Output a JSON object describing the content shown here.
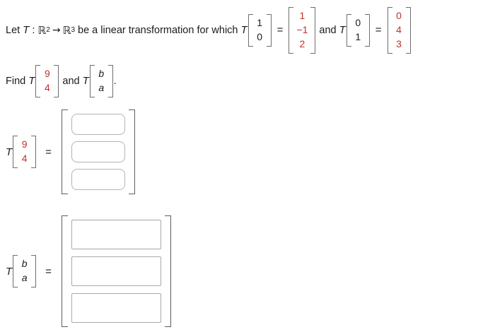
{
  "problem": {
    "statement": {
      "lead": "Let",
      "transform_symbol": "T",
      "colon": ":",
      "domain_base": "ℝ",
      "domain_exp": "2",
      "arrow": "→",
      "codomain_base": "ℝ",
      "codomain_exp": "3",
      "middle": "be a linear transformation for which",
      "conj": "and"
    },
    "given": [
      {
        "operator": "T",
        "input": {
          "values": [
            "1",
            "0"
          ],
          "color": "#1b1b1b",
          "style": "upright"
        },
        "equals": "=",
        "output": {
          "values": [
            "1",
            "−1",
            "2"
          ],
          "color": "#c0322b",
          "style": "upright"
        }
      },
      {
        "operator": "T",
        "input": {
          "values": [
            "0",
            "1"
          ],
          "color": "#1b1b1b",
          "style": "upright"
        },
        "equals": "=",
        "output": {
          "values": [
            "0",
            "4",
            "3"
          ],
          "color": "#c0322b",
          "style": "upright"
        }
      }
    ],
    "task": {
      "lead": "Find",
      "operator": "T",
      "first_vector": {
        "values": [
          "9",
          "4"
        ],
        "color": "#c0322b",
        "style": "upright"
      },
      "conj": "and",
      "second_vector": {
        "values": [
          "b",
          "a"
        ],
        "color": "#1b1b1b",
        "style": "italic"
      },
      "period": "."
    }
  },
  "answers": [
    {
      "operator": "T",
      "input": {
        "values": [
          "9",
          "4"
        ],
        "color": "#c0322b",
        "style": "upright"
      },
      "equals": "=",
      "fields": [
        {
          "value": "",
          "placeholder": ""
        },
        {
          "value": "",
          "placeholder": ""
        },
        {
          "value": "",
          "placeholder": ""
        }
      ]
    },
    {
      "operator": "T",
      "input": {
        "values": [
          "b",
          "a"
        ],
        "color": "#1b1b1b",
        "style": "italic"
      },
      "equals": "=",
      "fields": [
        {
          "value": "",
          "placeholder": ""
        },
        {
          "value": "",
          "placeholder": ""
        },
        {
          "value": "",
          "placeholder": ""
        }
      ]
    }
  ],
  "colors": {
    "accent_red": "#c0322b",
    "text": "#1b1b1b",
    "bracket": "#6e6e6e",
    "input_border": "#b4b4b4",
    "background": "#ffffff"
  }
}
